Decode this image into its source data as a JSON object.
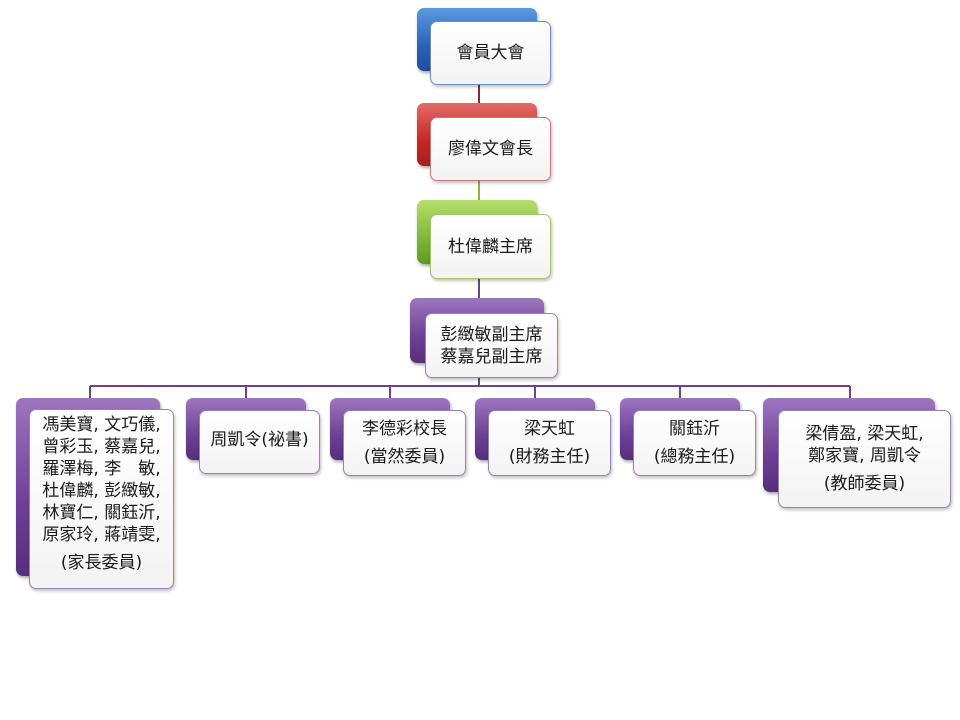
{
  "chart": {
    "members_meeting": "會員大會",
    "president": "廖偉文會長",
    "chairman": "杜偉麟主席",
    "vice_chairs": [
      "彭緻敏副主席",
      "蔡嘉兒副主席"
    ],
    "committees": [
      {
        "lines": [
          "馮美寶, 文巧儀,",
          "曾彩玉, 蔡嘉兒,",
          "羅澤梅, 李　敏,",
          "杜偉麟, 彭緻敏,",
          "林寶仁, 關鈺沂,",
          "原家玲, 蔣靖雯,"
        ],
        "role": "(家長委員)"
      },
      {
        "lines": [
          "周凱令(祕書)"
        ],
        "role": ""
      },
      {
        "lines": [
          "李德彩校長"
        ],
        "role": "(當然委員)"
      },
      {
        "lines": [
          "梁天虹"
        ],
        "role": "(財務主任)"
      },
      {
        "lines": [
          "關鈺沂"
        ],
        "role": "(總務主任)"
      },
      {
        "lines": [
          "梁倩盈, 梁天虹,",
          "鄭家寶, 周凱令"
        ],
        "role": "(教師委員)"
      }
    ]
  },
  "colors": {
    "blue": "#2a62b8",
    "red": "#c52828",
    "green": "#7fb83a",
    "purple": "#6e3f97"
  }
}
